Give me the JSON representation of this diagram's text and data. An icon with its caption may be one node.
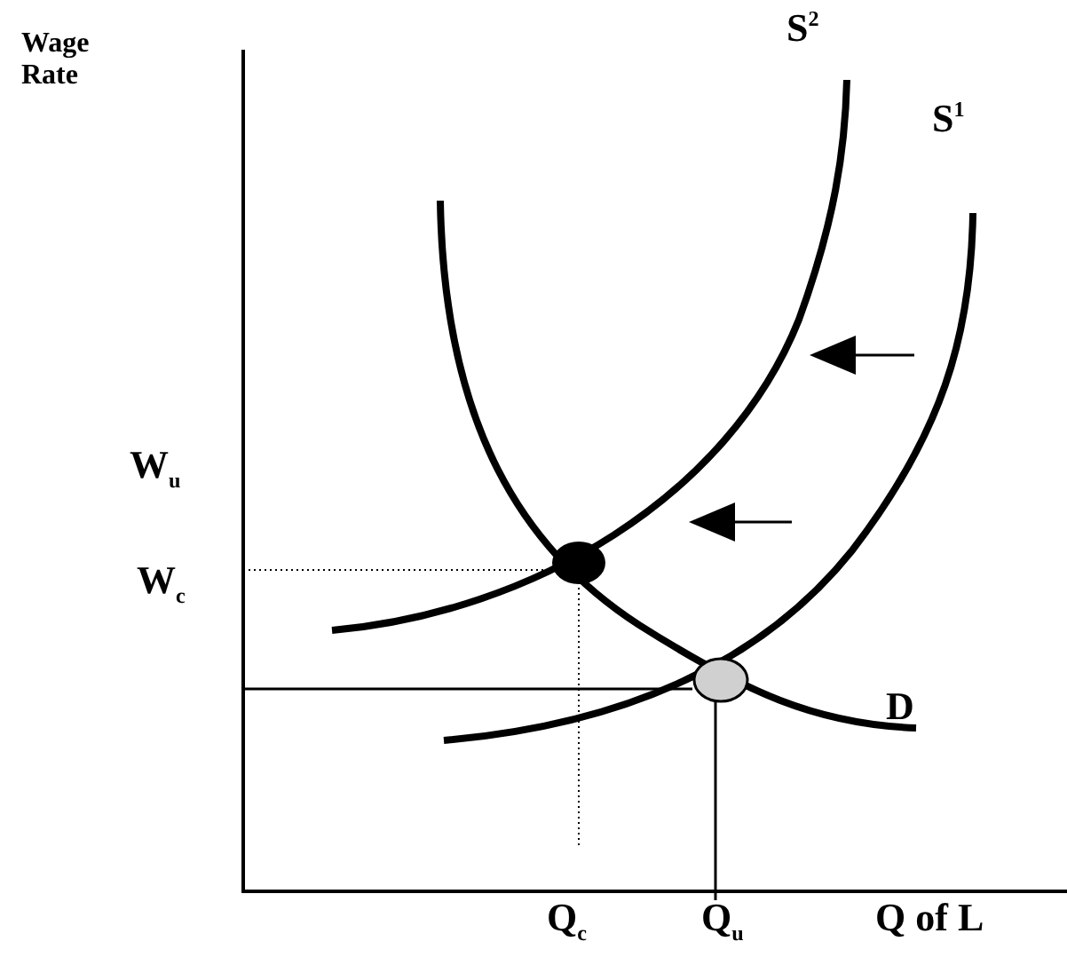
{
  "diagram": {
    "labels": [
      "Wage Rate",
      "S$^{2}$",
      "S$^{1}$",
      "W$_{u}$",
      "W$_{c}$",
      "D",
      "Q$_{c}$",
      "Q$_{u}$",
      "Q of L"
    ]
  }
}
